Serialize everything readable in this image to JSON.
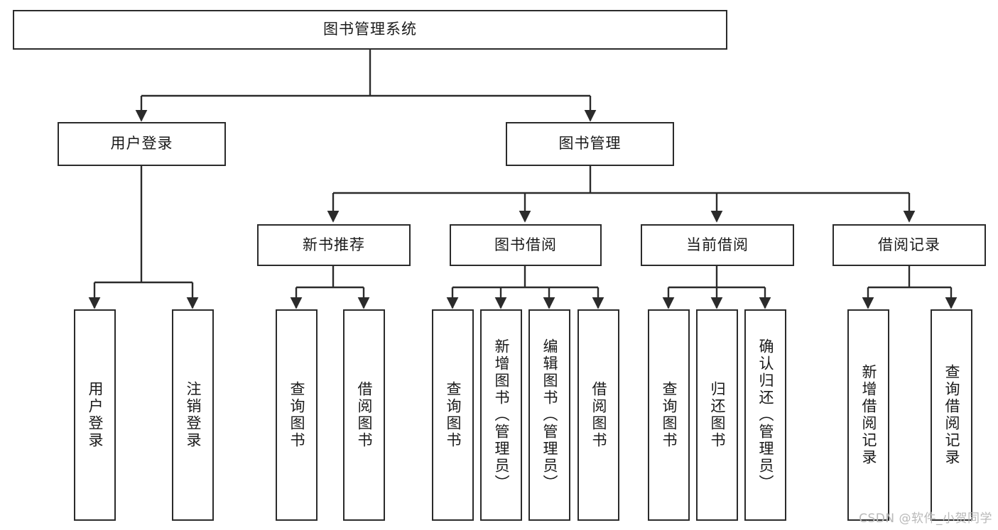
{
  "diagram": {
    "title": "图书管理系统",
    "watermark": "CSDN @软件_小贺同学",
    "colors": {
      "box_border": "#2b2b2b",
      "box_fill": "#ffffff",
      "connector": "#2b2b2b",
      "text": "#1a1a1a",
      "watermark": "#b9b9b9",
      "background": "#ffffff"
    },
    "root": {
      "label": "图书管理系统"
    },
    "level1": [
      {
        "label": "用户登录"
      },
      {
        "label": "图书管理"
      }
    ],
    "level2": [
      {
        "label": "新书推荐"
      },
      {
        "label": "图书借阅"
      },
      {
        "label": "当前借阅"
      },
      {
        "label": "借阅记录"
      }
    ],
    "leaves": {
      "user_login": [
        {
          "label": "用户登录"
        },
        {
          "label": "注销登录"
        }
      ],
      "new_book_recommend": [
        {
          "label": "查询图书"
        },
        {
          "label": "借阅图书"
        }
      ],
      "book_borrow": [
        {
          "label": "查询图书"
        },
        {
          "label": "新增图书（管理员）"
        },
        {
          "label": "编辑图书（管理员）"
        },
        {
          "label": "借阅图书"
        }
      ],
      "current_borrow": [
        {
          "label": "查询图书"
        },
        {
          "label": "归还图书"
        },
        {
          "label": "确认归还（管理员）"
        }
      ],
      "borrow_record": [
        {
          "label": "新增借阅记录"
        },
        {
          "label": "查询借阅记录"
        }
      ]
    }
  }
}
